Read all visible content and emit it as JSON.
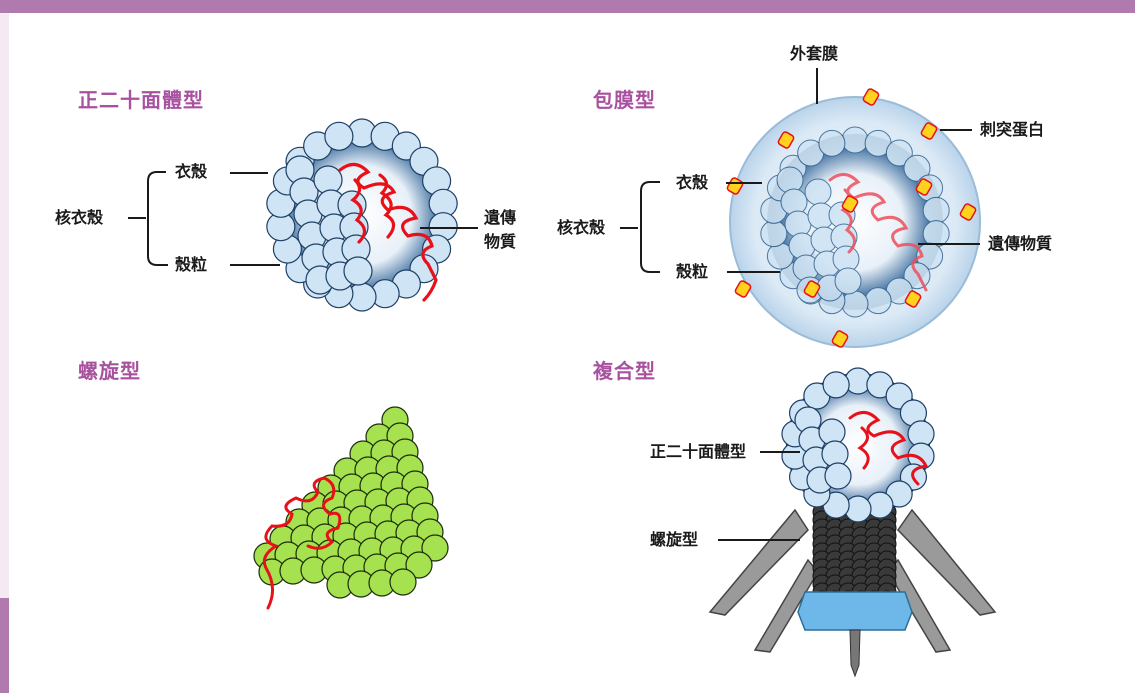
{
  "sections": {
    "icosahedral": {
      "title": "正二十面體型",
      "nucleocapsid": "核衣殼",
      "capsid": "衣殼",
      "capsomere": "殼粒",
      "genetic_line1": "遺傳",
      "genetic_line2": "物質"
    },
    "enveloped": {
      "title": "包膜型",
      "envelope": "外套膜",
      "spike": "刺突蛋白",
      "nucleocapsid": "核衣殼",
      "capsid": "衣殼",
      "capsomere": "殼粒",
      "genetic": "遺傳物質"
    },
    "helical": {
      "title": "螺旋型"
    },
    "complex": {
      "title": "複合型",
      "head": "正二十面體型",
      "tail": "螺旋型"
    }
  },
  "colors": {
    "accent": "#a8519f",
    "banner": "#b07aaf",
    "capsomere_fill": "#cfe4f4",
    "capsomere_stroke": "#1e3f66",
    "genetic_material": "#e8111a",
    "helical_fill": "#a6e14f",
    "spike_fill": "#ffd21e",
    "base_plate": "#6db8e8"
  }
}
